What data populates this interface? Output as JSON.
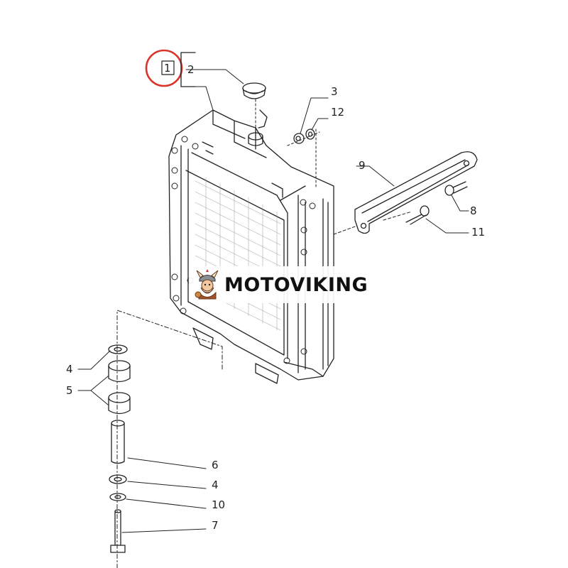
{
  "diagram": {
    "callouts": {
      "c1": "1",
      "c2": "2",
      "c3": "3",
      "c12": "12",
      "c9": "9",
      "c8": "8",
      "c11": "11",
      "c4a": "4",
      "c5": "5",
      "c6": "6",
      "c4b": "4",
      "c10": "10",
      "c7": "7"
    },
    "highlight_color": "#d9342b"
  },
  "watermark": {
    "text": "MOTOVIKING",
    "logo_icon": "viking-mascot-icon"
  }
}
